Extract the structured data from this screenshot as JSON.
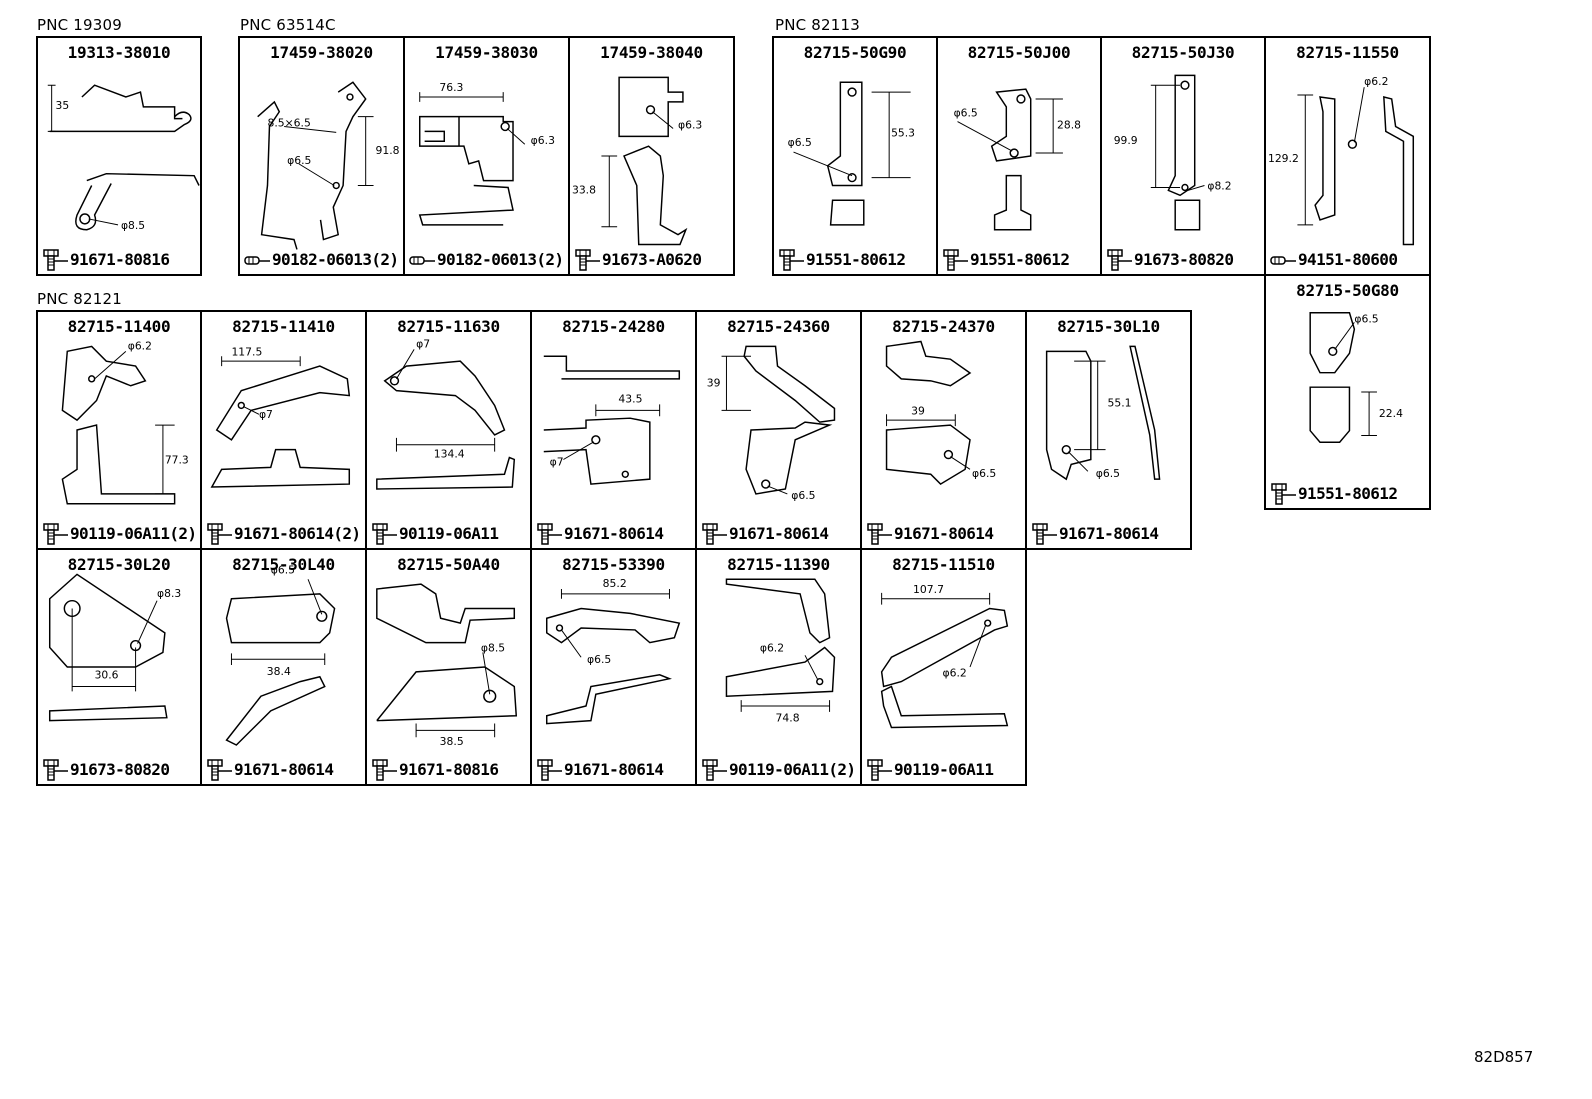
{
  "groups": [
    {
      "pnc": "PNC 19309"
    },
    {
      "pnc": "PNC 63514C"
    },
    {
      "pnc": "PNC 82113"
    },
    {
      "pnc": "PNC 82121"
    }
  ],
  "parts": [
    {
      "title": "19313-38010",
      "fastener": "91671-80816",
      "fastener_icon": "bolt-icon",
      "dims": [
        "35",
        "φ8.5"
      ]
    },
    {
      "title": "17459-38020",
      "fastener": "90182-06013(2)",
      "fastener_icon": "clip-icon",
      "dims": [
        "8.5×6.5",
        "φ6.5",
        "91.8"
      ]
    },
    {
      "title": "17459-38030",
      "fastener": "90182-06013(2)",
      "fastener_icon": "clip-icon",
      "dims": [
        "76.3",
        "φ6.3"
      ]
    },
    {
      "title": "17459-38040",
      "fastener": "91673-A0620",
      "fastener_icon": "bolt-icon",
      "dims": [
        "φ6.3",
        "33.8"
      ]
    },
    {
      "title": "82715-50G90",
      "fastener": "91551-80612",
      "fastener_icon": "bolt-icon",
      "dims": [
        "φ6.5",
        "55.3"
      ]
    },
    {
      "title": "82715-50J00",
      "fastener": "91551-80612",
      "fastener_icon": "bolt-icon",
      "dims": [
        "φ6.5",
        "28.8"
      ]
    },
    {
      "title": "82715-50J30",
      "fastener": "91673-80820",
      "fastener_icon": "bolt-icon",
      "dims": [
        "99.9",
        "φ8.2"
      ]
    },
    {
      "title": "82715-11550",
      "fastener": "94151-80600",
      "fastener_icon": "clip-icon",
      "dims": [
        "φ6.2",
        "129.2"
      ]
    },
    {
      "title": "82715-50G80",
      "fastener": "91551-80612",
      "fastener_icon": "bolt-icon",
      "dims": [
        "φ6.5",
        "22.4"
      ]
    },
    {
      "title": "82715-11400",
      "fastener": "90119-06A11(2)",
      "fastener_icon": "bolt-icon",
      "dims": [
        "φ6.2",
        "77.3"
      ]
    },
    {
      "title": "82715-11410",
      "fastener": "91671-80614(2)",
      "fastener_icon": "bolt-icon",
      "dims": [
        "117.5",
        "φ7"
      ]
    },
    {
      "title": "82715-11630",
      "fastener": "90119-06A11",
      "fastener_icon": "bolt-icon",
      "dims": [
        "φ7",
        "134.4"
      ]
    },
    {
      "title": "82715-24280",
      "fastener": "91671-80614",
      "fastener_icon": "bolt-icon",
      "dims": [
        "43.5",
        "φ7"
      ]
    },
    {
      "title": "82715-24360",
      "fastener": "91671-80614",
      "fastener_icon": "bolt-icon",
      "dims": [
        "39",
        "φ6.5"
      ]
    },
    {
      "title": "82715-24370",
      "fastener": "91671-80614",
      "fastener_icon": "bolt-icon",
      "dims": [
        "39",
        "φ6.5"
      ]
    },
    {
      "title": "82715-30L10",
      "fastener": "91671-80614",
      "fastener_icon": "bolt-icon",
      "dims": [
        "55.1",
        "φ6.5"
      ]
    },
    {
      "title": "82715-30L20",
      "fastener": "91673-80820",
      "fastener_icon": "bolt-icon",
      "dims": [
        "φ8.3",
        "30.6"
      ]
    },
    {
      "title": "82715-30L40",
      "fastener": "91671-80614",
      "fastener_icon": "bolt-icon",
      "dims": [
        "φ6.5",
        "38.4"
      ]
    },
    {
      "title": "82715-50A40",
      "fastener": "91671-80816",
      "fastener_icon": "bolt-icon",
      "dims": [
        "φ8.5",
        "38.5"
      ]
    },
    {
      "title": "82715-53390",
      "fastener": "91671-80614",
      "fastener_icon": "bolt-icon",
      "dims": [
        "85.2",
        "φ6.5"
      ]
    },
    {
      "title": "82715-11390",
      "fastener": "90119-06A11(2)",
      "fastener_icon": "bolt-icon",
      "dims": [
        "φ6.2",
        "74.8"
      ]
    },
    {
      "title": "82715-11510",
      "fastener": "90119-06A11",
      "fastener_icon": "bolt-icon",
      "dims": [
        "107.7",
        "φ6.2"
      ]
    }
  ],
  "figure_code": "82D857"
}
